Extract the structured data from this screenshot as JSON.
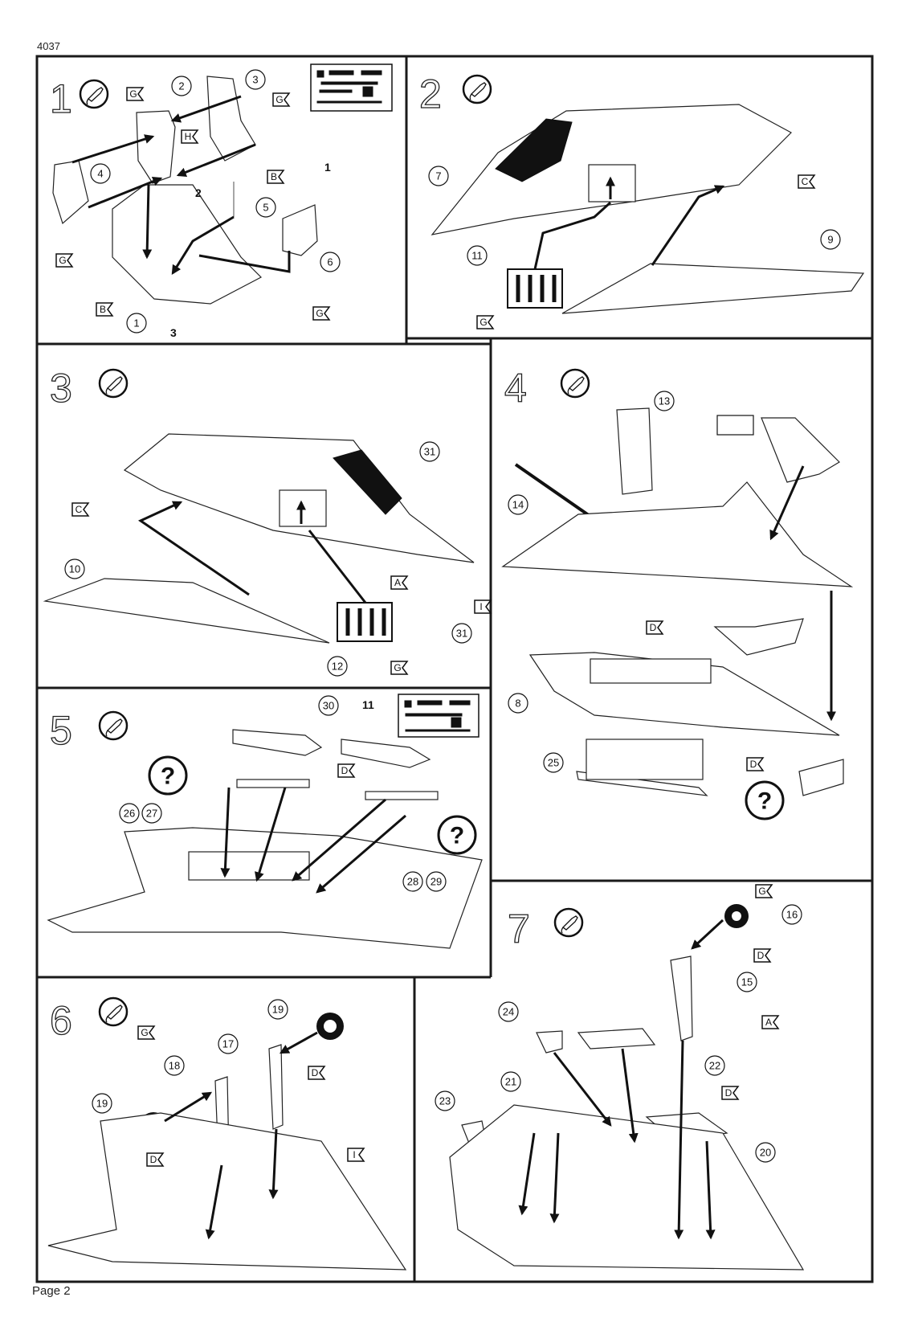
{
  "header": {
    "code": "4037"
  },
  "footer": {
    "page": "Page 2"
  },
  "colors": {
    "ink": "#111111",
    "paper": "#ffffff"
  },
  "icons": {
    "glue": "glue-tube-icon",
    "help": "question-mark-icon",
    "decal": "decal-sheet-icon"
  },
  "steps": [
    {
      "number": "1",
      "labels": {
        "g1": "G",
        "c2": "2",
        "c3": "3",
        "g2": "G",
        "h": "H",
        "c4": "4",
        "b1": "B",
        "bold1": "1",
        "bold2": "2",
        "c5": "5",
        "c6": "6",
        "g3": "G",
        "b2": "B",
        "c1": "1",
        "bold3": "3",
        "g4": "G"
      }
    },
    {
      "number": "2",
      "labels": {
        "c7": "7",
        "c": "C",
        "c9": "9",
        "c11": "11",
        "g": "G"
      }
    },
    {
      "number": "3",
      "labels": {
        "c31a": "31",
        "c": "C",
        "c10": "10",
        "a": "A",
        "i": "I",
        "c31b": "31",
        "c12": "12",
        "g": "G"
      }
    },
    {
      "number": "4",
      "labels": {
        "c13": "13",
        "c14": "14",
        "d1": "D",
        "c8": "8",
        "c25": "25",
        "d2": "D",
        "q": "?"
      }
    },
    {
      "number": "5",
      "labels": {
        "c30": "30",
        "bold11": "11",
        "q1": "?",
        "d": "D",
        "c26": "26",
        "c27": "27",
        "q2": "?",
        "c28": "28",
        "c29": "29"
      }
    },
    {
      "number": "6",
      "labels": {
        "c19a": "19",
        "g": "G",
        "c17": "17",
        "c18": "18",
        "d1": "D",
        "c19b": "19",
        "d2": "D",
        "i": "I"
      }
    },
    {
      "number": "7",
      "labels": {
        "g": "G",
        "c16": "16",
        "d1": "D",
        "c15": "15",
        "a": "A",
        "c24": "24",
        "c22": "22",
        "c21": "21",
        "d2": "D",
        "c23": "23",
        "c20": "20"
      }
    }
  ]
}
